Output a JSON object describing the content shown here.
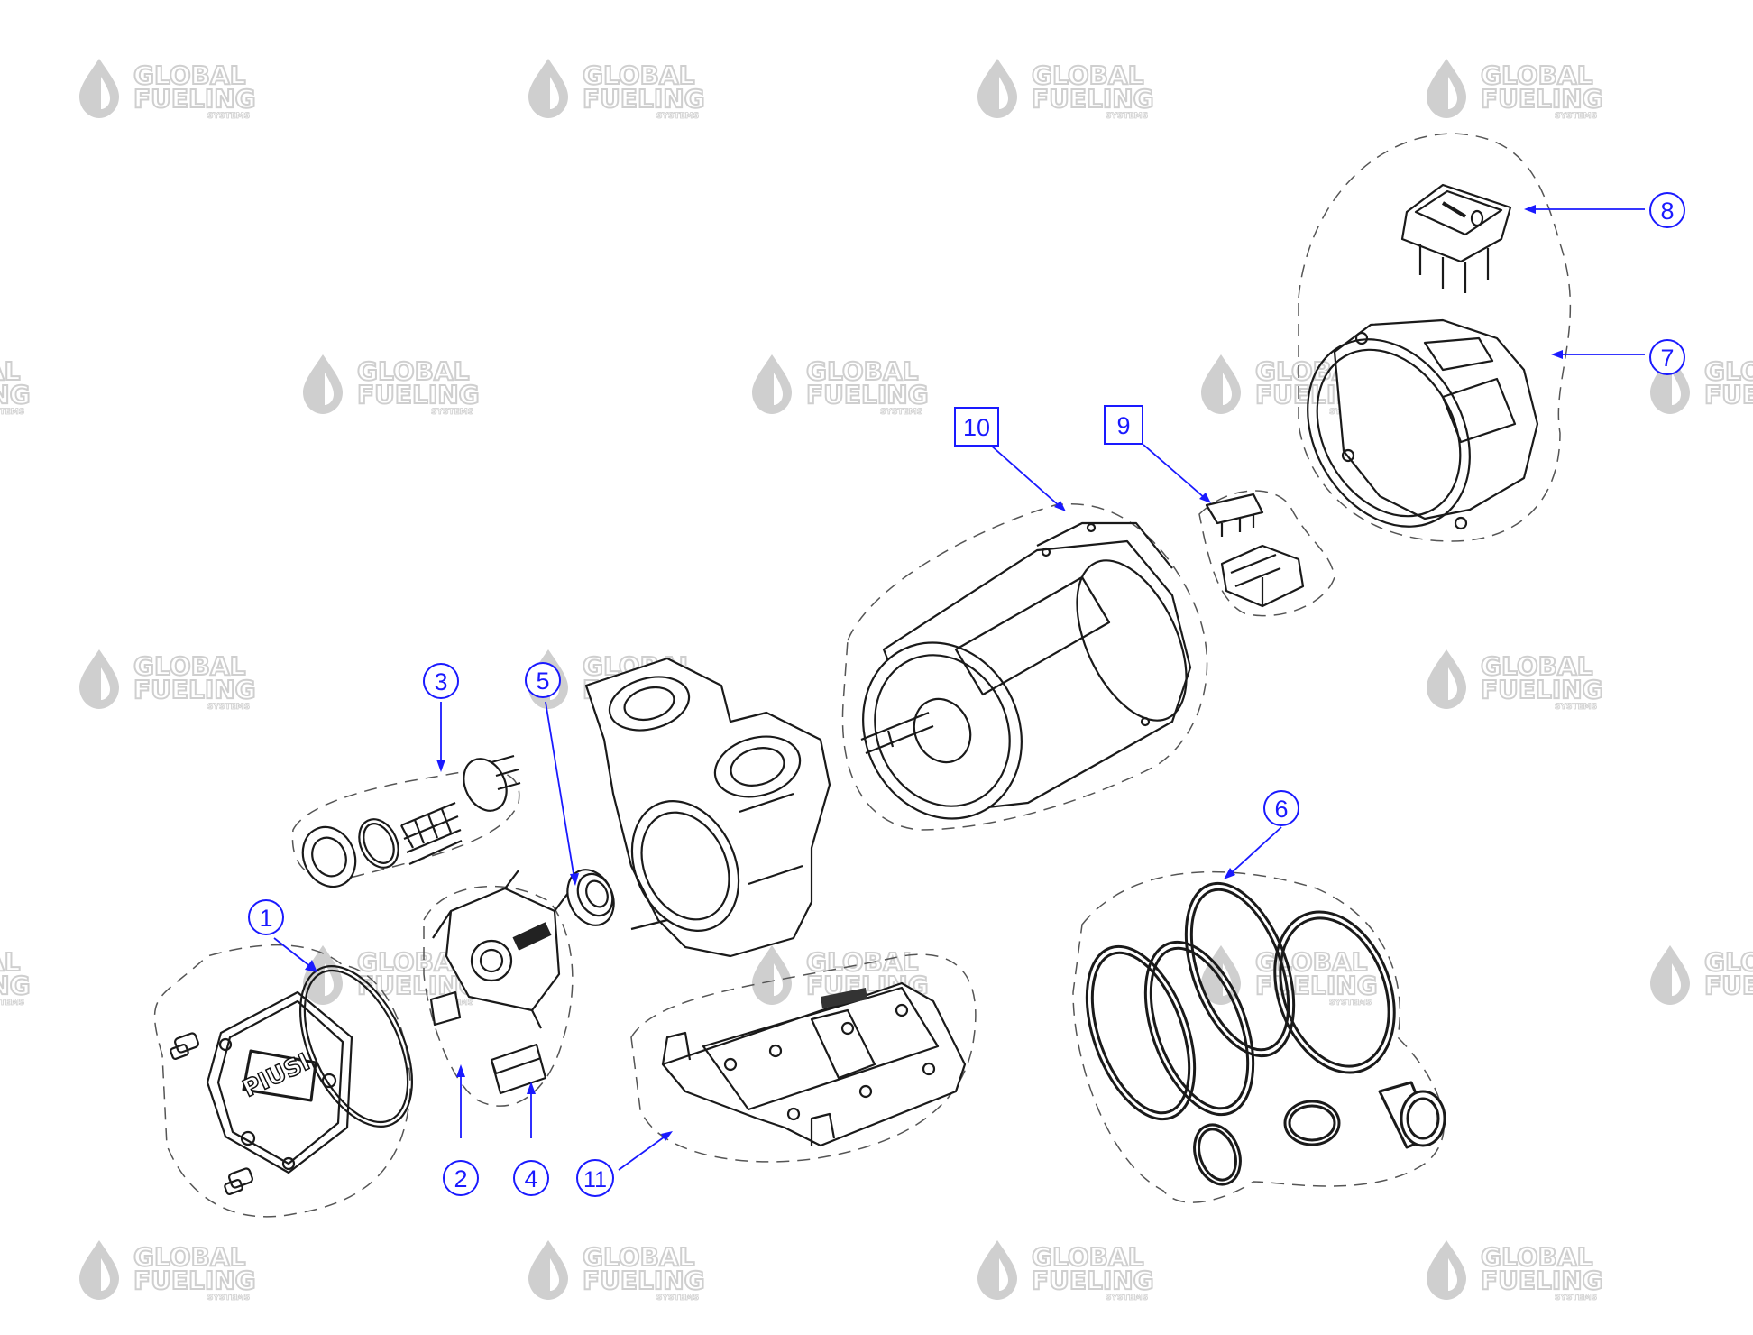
{
  "watermark": {
    "brand_line1": "GLOBAL",
    "brand_line2": "FUELING",
    "brand_line3": "SYSTEMS",
    "color": "#cfcfcf",
    "icon": "droplet-icon"
  },
  "imprint": {
    "text": "PIUSI"
  },
  "callouts": [
    {
      "id": "1",
      "label": "1",
      "shape": "circle"
    },
    {
      "id": "2",
      "label": "2",
      "shape": "circle"
    },
    {
      "id": "3",
      "label": "3",
      "shape": "circle"
    },
    {
      "id": "4",
      "label": "4",
      "shape": "circle"
    },
    {
      "id": "5",
      "label": "5",
      "shape": "circle"
    },
    {
      "id": "6",
      "label": "6",
      "shape": "circle"
    },
    {
      "id": "7",
      "label": "7",
      "shape": "circle"
    },
    {
      "id": "8",
      "label": "8",
      "shape": "circle"
    },
    {
      "id": "9",
      "label": "9",
      "shape": "square"
    },
    {
      "id": "10",
      "label": "10",
      "shape": "square"
    },
    {
      "id": "11",
      "label": "11",
      "shape": "circle"
    }
  ],
  "colors": {
    "callout": "#1a1aff",
    "linework": "#1a1a1a",
    "group_outline": "#555555"
  }
}
